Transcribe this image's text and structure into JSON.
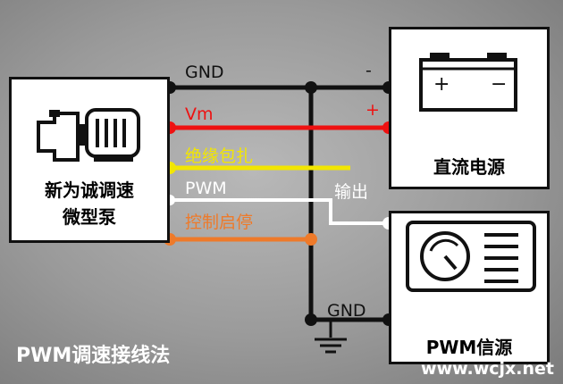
{
  "pump": {
    "label_line1": "新为诚调速",
    "label_line2": "微型泵",
    "icon": "pump-icon"
  },
  "dc_source": {
    "label": "直流电源",
    "icon": "battery-icon",
    "terminal_minus": "-",
    "terminal_plus": "+"
  },
  "pwm_source": {
    "label": "PWM信源",
    "icon": "gauge-panel-icon"
  },
  "wires": {
    "gnd_top": "GND",
    "vm": "Vm",
    "insulate": "绝缘包扎",
    "pwm": "PWM",
    "control": "控制启停",
    "output": "输出",
    "gnd_bottom": "GND"
  },
  "colors": {
    "gnd": "#111111",
    "vm": "#ee1111",
    "insulate": "#f2e600",
    "pwm": "#ffffff",
    "control": "#ee7a2a"
  },
  "caption": "PWM调速接线法",
  "watermark": "www.wcjx.net"
}
